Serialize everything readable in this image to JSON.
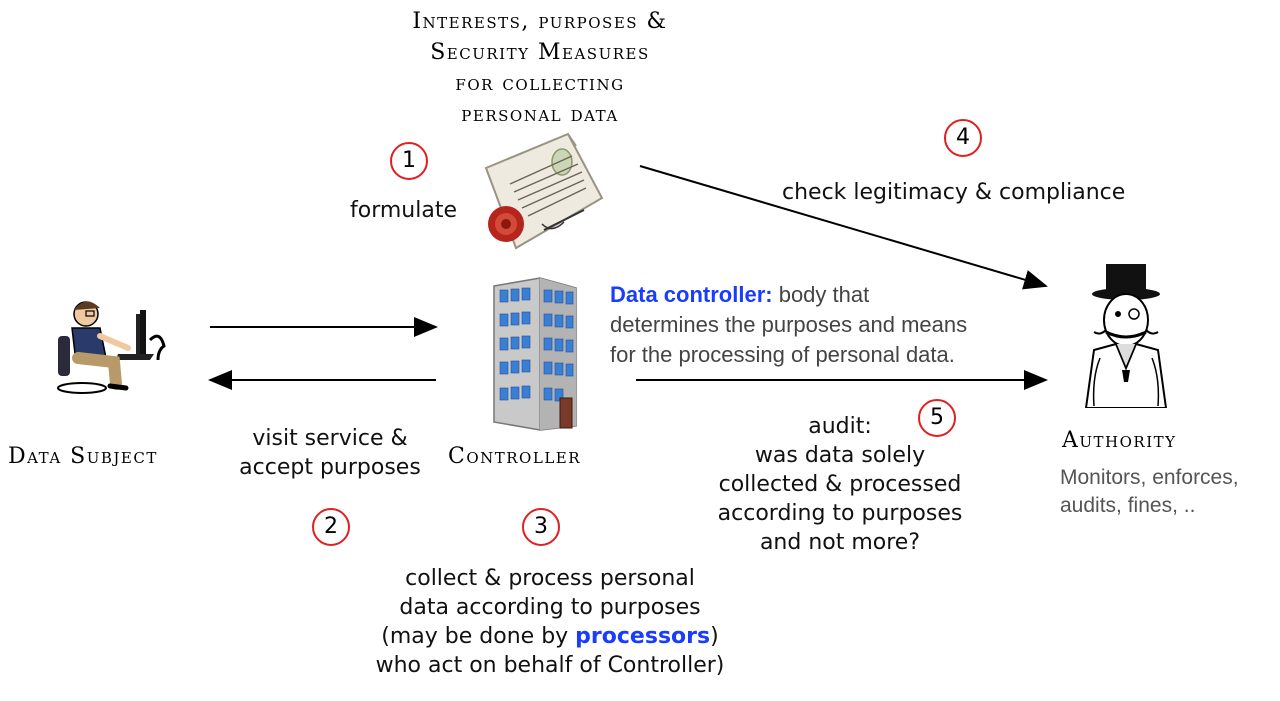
{
  "top_title": [
    "Interests, purposes &",
    "Security Measures",
    "for collecting",
    "personal data"
  ],
  "steps": {
    "s1": {
      "num": "1",
      "label": "formulate"
    },
    "s2": {
      "num": "2",
      "label_lines": [
        "visit service &",
        "accept purposes"
      ]
    },
    "s3": {
      "num": "3",
      "label_lines": [
        "collect & process personal",
        "data according to purposes"
      ],
      "line3_pre": "(may be done by ",
      "line3_highlight": "processors",
      "line4": "who act on behalf of Controller)"
    },
    "s4": {
      "num": "4",
      "label": "check legitimacy & compliance"
    },
    "s5": {
      "num": "5",
      "label_lines": [
        "audit:",
        "was data solely",
        "collected & processed",
        "according to purposes",
        "and not more?"
      ]
    }
  },
  "actors": {
    "subject": "Data Subject",
    "controller": "Controller",
    "authority": "Authority",
    "authority_desc": [
      "Monitors, enforces,",
      "audits, fines, .."
    ]
  },
  "definition": {
    "term": "Data controller:",
    "text": " body that",
    "lines": [
      "determines the purposes and means",
      "for the processing of personal data."
    ]
  },
  "colors": {
    "accent_blue": "#1a3cff",
    "circle_red": "#e02020"
  }
}
